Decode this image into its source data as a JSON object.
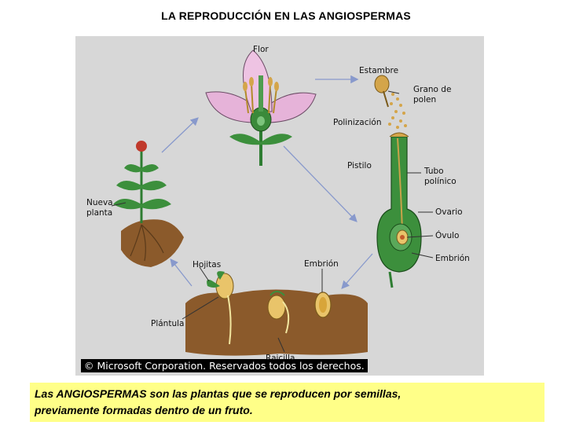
{
  "title": "LA REPRODUCCIÓN EN LAS ANGIOSPERMAS",
  "labels": {
    "flor": "Flor",
    "estambre": "Estambre",
    "grano_1": "Grano de",
    "grano_2": "polen",
    "polinizacion": "Polinización",
    "pistilo": "Pistilo",
    "tubo_1": "Tubo",
    "tubo_2": "polínico",
    "ovario": "Ovario",
    "ovulo": "Óvulo",
    "embrion_right": "Embrión",
    "embrion_bottom": "Embrión",
    "hojitas": "Hojitas",
    "plantula": "Plántula",
    "raicilla": "Raicilla",
    "nueva_1": "Nueva",
    "nueva_2": "planta"
  },
  "copyright": "© Microsoft Corporation. Reservados todos los derechos.",
  "caption": {
    "line1": "Las ANGIOSPERMAS son las plantas que se reproducen por semillas,",
    "line2": "previamente formadas dentro de  un fruto."
  },
  "colors": {
    "petal": "#e6b3d9",
    "stem": "#2e7d32",
    "pollen": "#d4a54a",
    "soil": "#8b5a2b",
    "arrow": "#8899cc"
  }
}
